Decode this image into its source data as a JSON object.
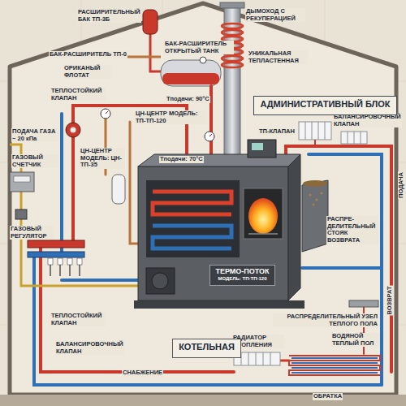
{
  "diagram": {
    "nodes": [
      {
        "text": [
          "АДМИНИСТРАТИВНЫЙ БЛОК"
        ]
      },
      {
        "text": [
          "ТЕРМО-ПОТОК",
          "МОДЕЛЬ: ТП-ТП-120"
        ]
      },
      {
        "text": [
          "КОТЕЛЬНАЯ"
        ]
      }
    ],
    "labels": [
      "РАСШИРИТЕЛЬНЫЙ БАК ТП-3Б",
      "ДЫМОХОД С РЕКУПЕРАЦИЕЙ",
      "БАК-РАСШИРИТЕЛЬ ТП-0",
      "БАК-РАСШИРИТЕЛЬ ОТКРЫТЫЙ ТАНК",
      "УНИКАЛЬНАЯ ТЕПЛАСТЕННАЯ",
      "ОРИКАНЫЙ ФЛОТАТ",
      "Tподачи: 90°C",
      "ТЕПЛОСТОЙКИЙ КЛАПАН",
      "ЦН-ЦЕНТР МОДЕЛЬ: ТП-ТП-120",
      "ТП-КЛАПАН",
      "БАЛАНСИРОВОЧНЫЙ КЛАПАН",
      "ПОДАЧА ГАЗА ~ 20 кПа",
      "Tподачи: 70°C",
      "ЦН-ЦЕНТР МОДЕЛЬ: ЦН-ТП-35",
      "ГАЗОВЫЙ СЧЕТЧИК",
      "ПОДАЧА",
      "РАСПРЕ- ДЕЛИТЕЛЬНЫЙ СТОЯК ВОЗВРАТА",
      "ГАЗОВЫЙ РЕГУЛЯТОР",
      "ВОЗВРАТ",
      "ТЕПЛОСТОЙКИЙ КЛАПАН",
      "РАСПРЕДЕЛИТЕЛЬНЫЙ УЗЕЛ ТЕПЛОГО ПОЛА",
      "БАЛАНСИРОВОЧНЫЙ КЛАПАН",
      "РАДИАТОР ОТОПЛЕНИЯ",
      "ВОДЯНОЙ ТЕПЛЫЙ ПОЛ",
      "СНАБЖЕНИЕ",
      "ОБРАТКА"
    ]
  }
}
